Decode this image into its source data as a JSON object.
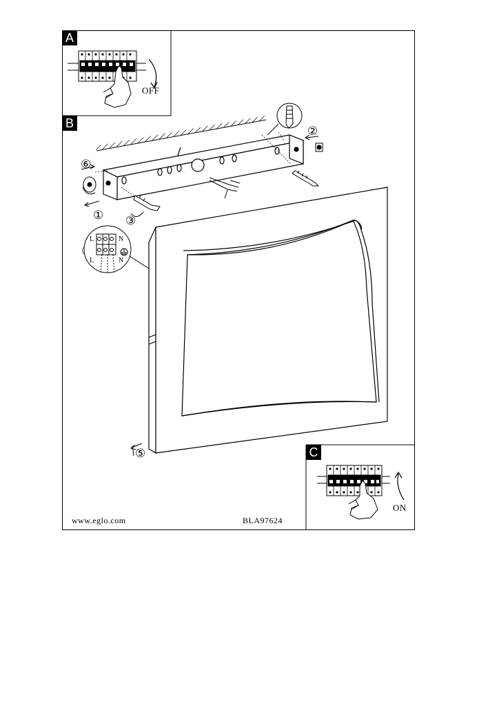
{
  "panels": {
    "a": {
      "label": "A",
      "switch_state": "OFF"
    },
    "b": {
      "label": "B"
    },
    "c": {
      "label": "C",
      "switch_state": "ON"
    }
  },
  "steps": [
    "①",
    "②",
    "③",
    "④",
    "⑤",
    "⑥"
  ],
  "terminal": {
    "top_left": "L",
    "top_right": "N",
    "bottom_left": "L",
    "bottom_right": "N"
  },
  "footer": {
    "website": "www.eglo.com",
    "model": "BLA97624"
  }
}
